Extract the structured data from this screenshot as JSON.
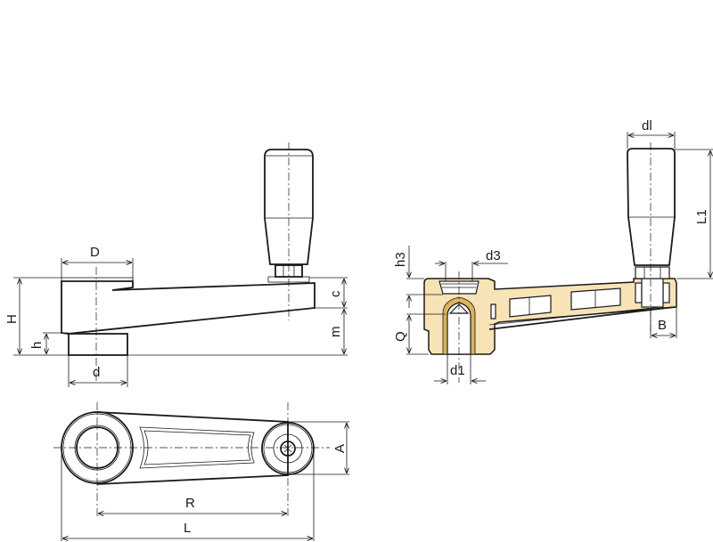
{
  "drawing": {
    "subject": "crank handle with revolving grip",
    "colors": {
      "line": "#1a1a1a",
      "section_fill": "#f7e3b5",
      "insert_fill": "#d9b45a",
      "background": "#ffffff"
    }
  },
  "views": {
    "side": {
      "labels": {
        "D": "D",
        "H": "H",
        "h": "h",
        "d": "d",
        "c": "c",
        "m": "m"
      }
    },
    "section": {
      "labels": {
        "dl": "dl",
        "L1": "L1",
        "h3": "h3",
        "d3": "d3",
        "Q": "Q",
        "d1": "d1",
        "B": "B"
      }
    },
    "top": {
      "labels": {
        "A": "A",
        "R": "R",
        "L": "L"
      }
    }
  }
}
